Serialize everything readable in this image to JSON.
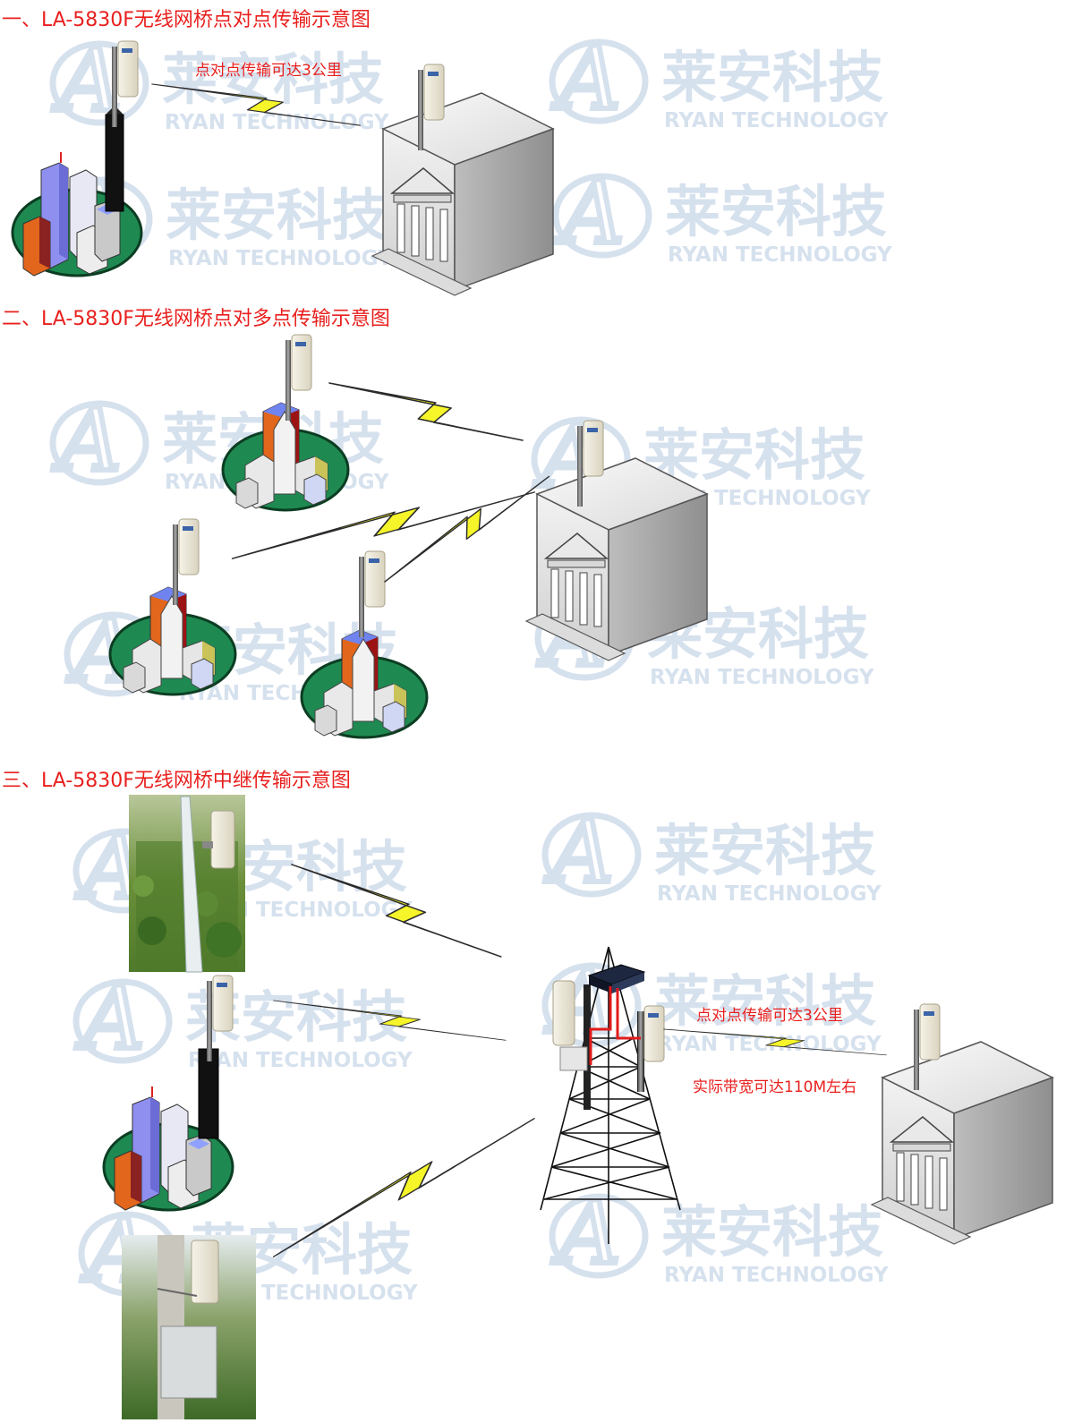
{
  "headings": {
    "point_to_point": "一、LA-5830F无线网桥点对点传输示意图",
    "point_to_multipoint": "二、LA-5830F无线网桥点对多点传输示意图",
    "relay": "三、LA-5830F无线网桥中继传输示意图"
  },
  "labels": {
    "distance_top": "点对点传输可达3公里",
    "distance_relay": "点对点传输可达3公里",
    "bandwidth_relay": "实际带宽可达110M左右"
  },
  "watermark": {
    "brand_cn": "莱安科技",
    "brand_en": "RYAN TECHNOLOGY"
  },
  "colors": {
    "heading": "#e8201e",
    "lightning": "#f5f52a",
    "watermark": "#d6e1ee",
    "island": "#1e8a52"
  }
}
